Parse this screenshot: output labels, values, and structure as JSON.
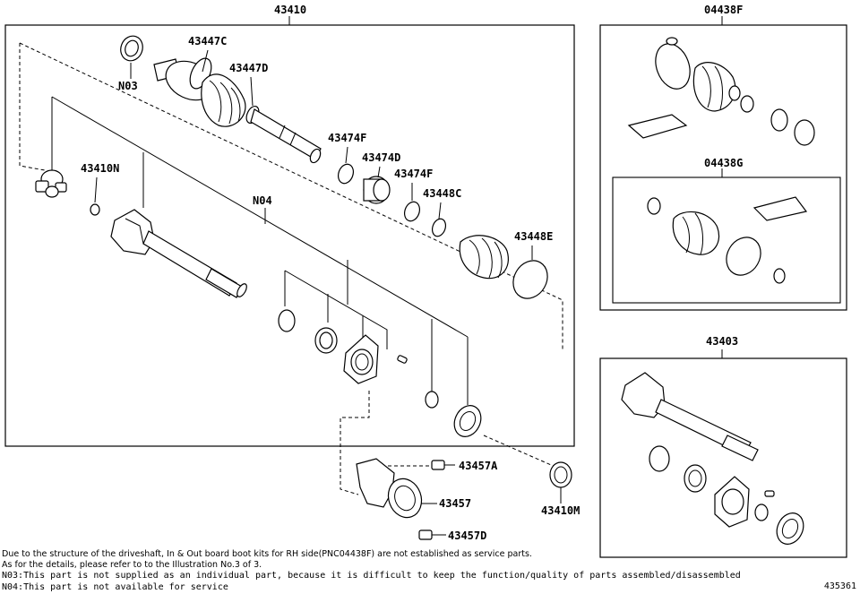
{
  "boxes": {
    "main": "43410",
    "kit_outer": "04438F",
    "kit_inner": "04438G",
    "inner_joint": "43403"
  },
  "labels": {
    "n03": "N03",
    "p43447C": "43447C",
    "p43447D": "43447D",
    "p43410N": "43410N",
    "n04": "N04",
    "p43474F_a": "43474F",
    "p43474D": "43474D",
    "p43474F_b": "43474F",
    "p43448C": "43448C",
    "p43448E": "43448E",
    "p43457A": "43457A",
    "p43457": "43457",
    "p43457D": "43457D",
    "p43410M": "43410M"
  },
  "notes": [
    "Due to the structure of the driveshaft, In & Out board  boot kits for RH side(PNC04438F) are not established as service parts.",
    "As for the details, please refer to to the Illustration No.3 of 3.",
    "N03:This part is not supplied as an individual part, because it is difficult to keep the function/quality of parts assembled/disassembled",
    "N04:This part is not available for service"
  ],
  "figure_number": "435361"
}
